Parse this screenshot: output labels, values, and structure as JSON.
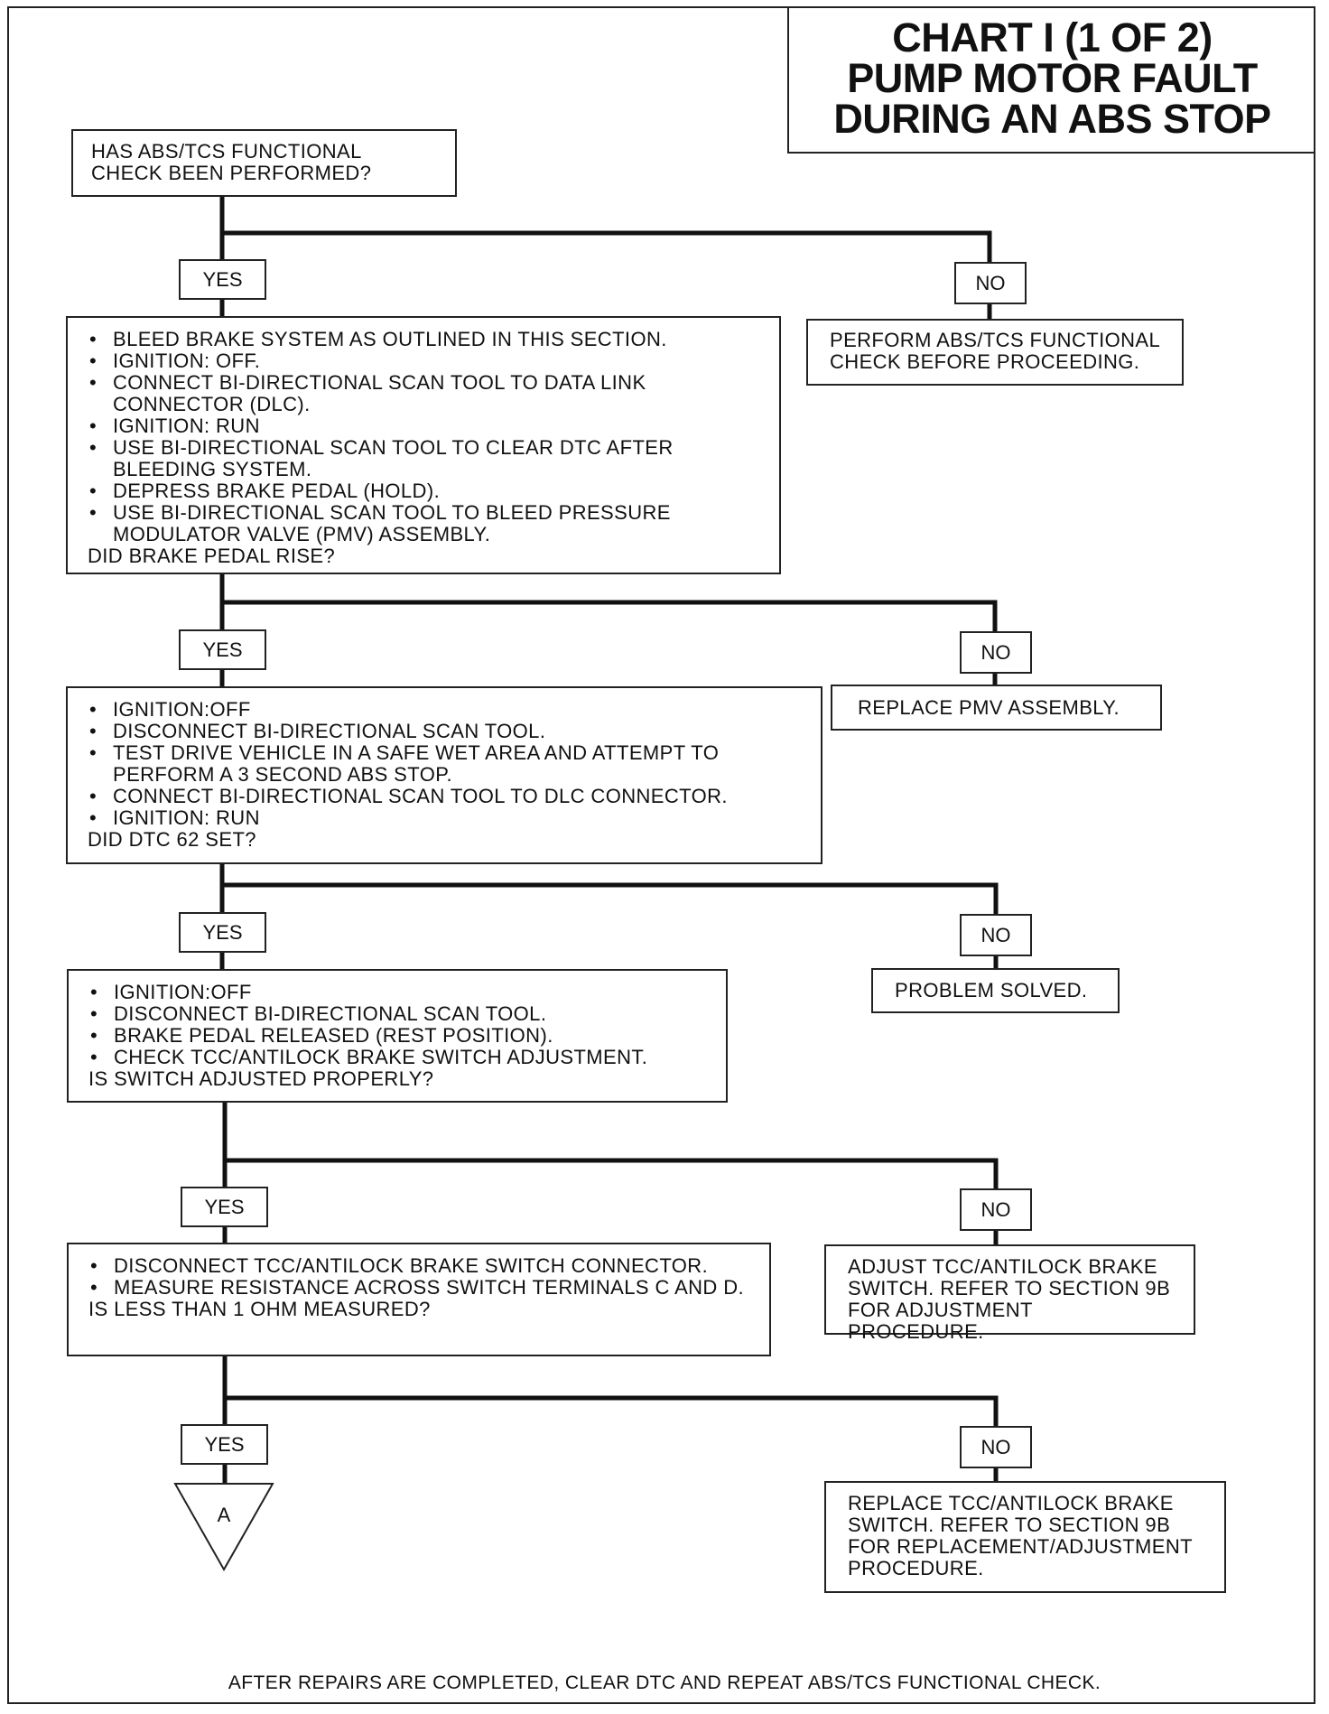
{
  "title": {
    "line1": "CHART I (1 OF 2)",
    "line2": "PUMP MOTOR FAULT",
    "line3": "DURING AN ABS STOP"
  },
  "labels": {
    "yes": "YES",
    "no": "NO"
  },
  "step1": {
    "question": "HAS ABS/TCS FUNCTIONAL CHECK BEEN PERFORMED?"
  },
  "no1": {
    "text": "PERFORM ABS/TCS FUNCTIONAL CHECK BEFORE PROCEEDING."
  },
  "step2": {
    "items": [
      "BLEED BRAKE SYSTEM AS OUTLINED IN THIS SECTION.",
      "IGNITION: OFF.",
      "CONNECT BI-DIRECTIONAL SCAN TOOL TO DATA LINK CONNECTOR (DLC).",
      "IGNITION: RUN",
      "USE BI-DIRECTIONAL SCAN TOOL TO CLEAR DTC AFTER BLEEDING SYSTEM.",
      "DEPRESS BRAKE PEDAL (HOLD).",
      "USE BI-DIRECTIONAL SCAN TOOL TO BLEED PRESSURE MODULATOR VALVE (PMV) ASSEMBLY."
    ],
    "question": "DID BRAKE PEDAL RISE?"
  },
  "no2": {
    "text": "REPLACE PMV ASSEMBLY."
  },
  "step3": {
    "items": [
      "IGNITION:OFF",
      "DISCONNECT BI-DIRECTIONAL SCAN TOOL.",
      "TEST DRIVE VEHICLE IN A SAFE WET AREA AND ATTEMPT TO PERFORM A 3 SECOND ABS STOP.",
      "CONNECT BI-DIRECTIONAL SCAN TOOL TO DLC CONNECTOR.",
      "IGNITION: RUN"
    ],
    "question": "DID DTC 62 SET?"
  },
  "no3": {
    "text": "PROBLEM SOLVED."
  },
  "step4": {
    "items": [
      "IGNITION:OFF",
      "DISCONNECT BI-DIRECTIONAL SCAN TOOL.",
      "BRAKE PEDAL RELEASED (REST POSITION).",
      "CHECK TCC/ANTILOCK BRAKE SWITCH ADJUSTMENT."
    ],
    "question": "IS SWITCH ADJUSTED PROPERLY?"
  },
  "no4": {
    "text": "ADJUST TCC/ANTILOCK BRAKE SWITCH. REFER TO SECTION 9B FOR ADJUSTMENT PROCEDURE."
  },
  "step5": {
    "items": [
      "DISCONNECT TCC/ANTILOCK BRAKE SWITCH CONNECTOR.",
      "MEASURE RESISTANCE ACROSS SWITCH TERMINALS C AND D."
    ],
    "question": "IS LESS THAN 1 OHM MEASURED?"
  },
  "no5": {
    "text": "REPLACE TCC/ANTILOCK BRAKE SWITCH. REFER TO SECTION 9B FOR REPLACEMENT/ADJUSTMENT PROCEDURE."
  },
  "connector": {
    "label": "A"
  },
  "footer": "AFTER REPAIRS ARE COMPLETED, CLEAR DTC AND REPEAT ABS/TCS FUNCTIONAL CHECK."
}
